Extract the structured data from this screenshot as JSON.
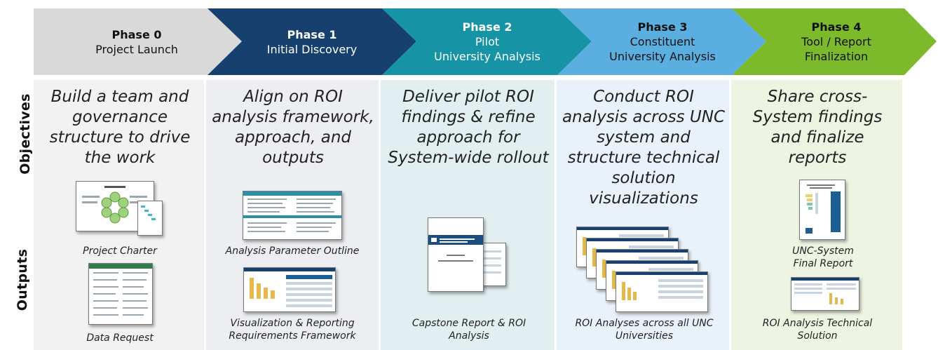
{
  "side_labels": {
    "objectives": "Objectives",
    "outputs": "Outputs"
  },
  "colors": {
    "phase0": "#d9d9d9",
    "phase1": "#16416e",
    "phase2": "#1793a6",
    "phase3": "#5aaee0",
    "phase4": "#7cb92b",
    "col0": "#f2f2f2",
    "col1": "#eceef1",
    "col2": "#e2eff1",
    "col3": "#e9f2fa",
    "col4": "#eef4e2"
  },
  "phases": [
    {
      "title": "Phase 0",
      "lines": [
        "Project Launch"
      ],
      "objective": "Build a team and governance structure to drive the work",
      "outputs": [
        "Project Charter",
        "Data Request"
      ]
    },
    {
      "title": "Phase 1",
      "lines": [
        "Initial Discovery"
      ],
      "objective": "Align on ROI analysis framework, approach, and outputs",
      "outputs": [
        "Analysis Parameter Outline",
        "Visualization & Reporting Requirements Framework"
      ]
    },
    {
      "title": "Phase 2",
      "lines": [
        "Pilot",
        "University Analysis"
      ],
      "objective": "Deliver pilot ROI findings & refine approach for System-wide rollout",
      "outputs": [
        "Capstone Report & ROI Analysis"
      ]
    },
    {
      "title": "Phase 3",
      "lines": [
        "Constituent",
        "University Analysis"
      ],
      "objective": "Conduct ROI analysis across UNC system and structure technical solution visualizations",
      "outputs": [
        "ROI Analyses across all UNC Universities"
      ]
    },
    {
      "title": "Phase 4",
      "lines": [
        "Tool / Report",
        "Finalization"
      ],
      "objective": "Share cross-System findings and finalize reports",
      "outputs": [
        "UNC-System Final Report",
        "ROI Analysis Technical Solution"
      ]
    }
  ]
}
